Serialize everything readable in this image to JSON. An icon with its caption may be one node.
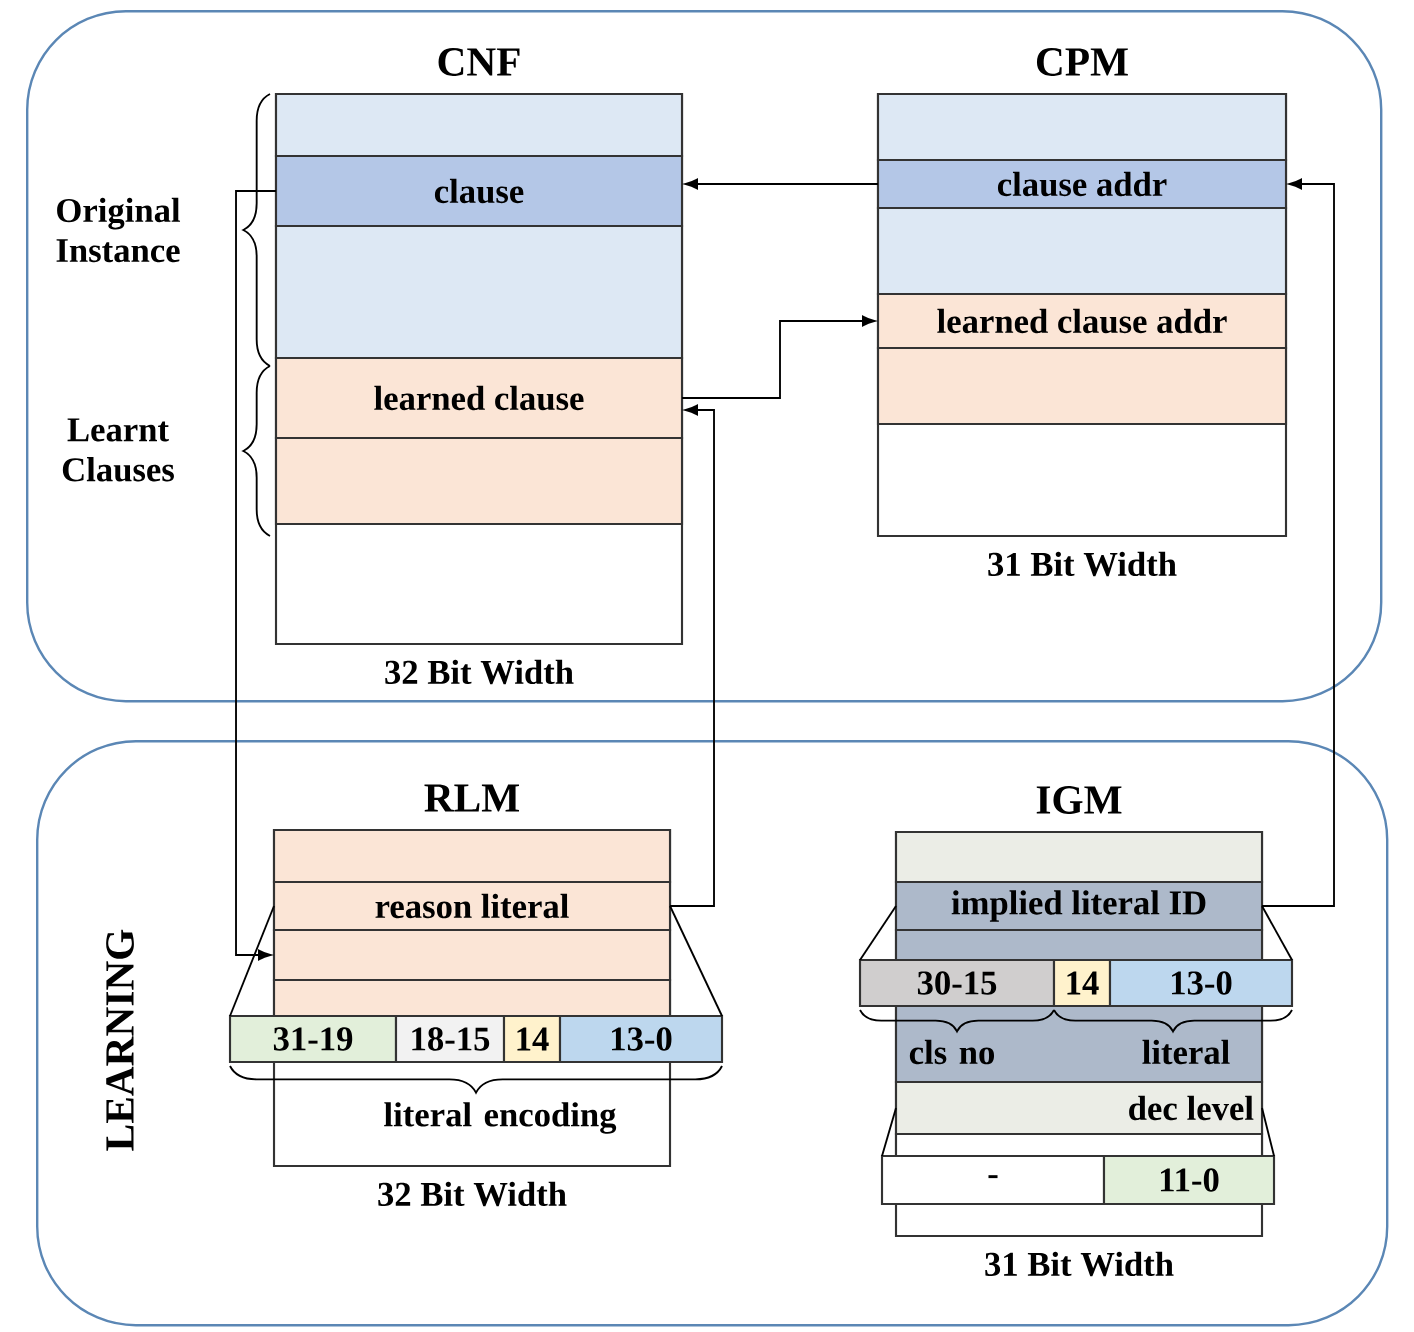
{
  "diagram": {
    "nodes": [
      {
        "text": [],
        "shape": "box"
      },
      {
        "text": [
          "CNF"
        ],
        "beside": [
          "32 Bit Width"
        ],
        "in": 0
      },
      {
        "text": [
          "clause"
        ],
        "in": 1
      },
      {
        "text": [
          "learned clause"
        ],
        "in": 1
      },
      {
        "text": [
          "CPM"
        ],
        "beside": [
          "31 Bit Width"
        ],
        "in": 0
      },
      {
        "text": [
          "clause addr"
        ],
        "in": 4
      },
      {
        "text": [
          "learned clause addr"
        ],
        "in": 4
      },
      {
        "text": [
          "LEARNING"
        ]
      },
      {
        "text": [
          "RLM"
        ],
        "beside": [
          "32 Bit Width"
        ],
        "in": 7
      },
      {
        "text": [
          "reason literal"
        ],
        "in": 8
      },
      {
        "text": [
          "31-19"
        ],
        "in": 7
      },
      {
        "text": [
          "18-15"
        ],
        "in": 8
      },
      {
        "text": [
          "14"
        ],
        "in": 8
      },
      {
        "text": [
          "13-0"
        ],
        "in": 7
      },
      {
        "text": [
          "IGM"
        ],
        "beside": [
          "31 Bit Width"
        ],
        "in": 7
      },
      {
        "text": [
          "implied literal ID"
        ],
        "in": 14
      },
      {
        "text": [
          "30-15"
        ],
        "in": 7
      },
      {
        "text": [
          "14"
        ],
        "in": 32
      },
      {
        "text": [
          "13-0"
        ],
        "in": 7
      },
      {
        "text": [
          "dec level"
        ],
        "in": 14
      },
      {
        "text": [
          "-"
        ],
        "in": 7
      },
      {
        "text": [
          "11-0"
        ],
        "in": 7
      },
      {
        "text": [],
        "shape": "box",
        "in": 1
      },
      {
        "text": [],
        "shape": "box",
        "in": 1
      },
      {
        "text": [],
        "shape": "box",
        "in": 1
      },
      {
        "text": [],
        "shape": "box",
        "in": 4
      },
      {
        "text": [],
        "shape": "box",
        "in": 4
      },
      {
        "text": [],
        "shape": "box",
        "in": 4
      },
      {
        "text": [],
        "shape": "box",
        "in": 8
      },
      {
        "text": [],
        "shape": "box",
        "in": 8
      },
      {
        "text": [],
        "shape": "box",
        "in": 8
      },
      {
        "text": [],
        "shape": "box",
        "in": 14
      },
      {
        "text": [],
        "shape": "box",
        "in": 14
      },
      {
        "text": [],
        "shape": "box",
        "in": 14
      }
    ],
    "edges": [
      {
        "from": 5,
        "to": 2,
        "arrow": "to"
      },
      {
        "from": 3,
        "to": 6,
        "arrow": "to"
      },
      {
        "from": 9,
        "to": 3,
        "arrow": "to"
      },
      {
        "from": 2,
        "to": 29,
        "arrow": "to"
      },
      {
        "from": 15,
        "to": 5,
        "arrow": "to"
      },
      {
        "from": 9,
        "to": 10,
        "arrow": "none"
      },
      {
        "from": 9,
        "to": 13,
        "arrow": "none"
      },
      {
        "from": 15,
        "to": 16,
        "arrow": "none"
      },
      {
        "from": 15,
        "to": 18,
        "arrow": "none"
      },
      {
        "from": 19,
        "to": 20,
        "arrow": "none"
      },
      {
        "from": 19,
        "to": 21,
        "arrow": "none"
      }
    ],
    "labels": [
      "Original Instance",
      "Learnt Clauses",
      "literal encoding",
      "cls no",
      "literal"
    ]
  }
}
